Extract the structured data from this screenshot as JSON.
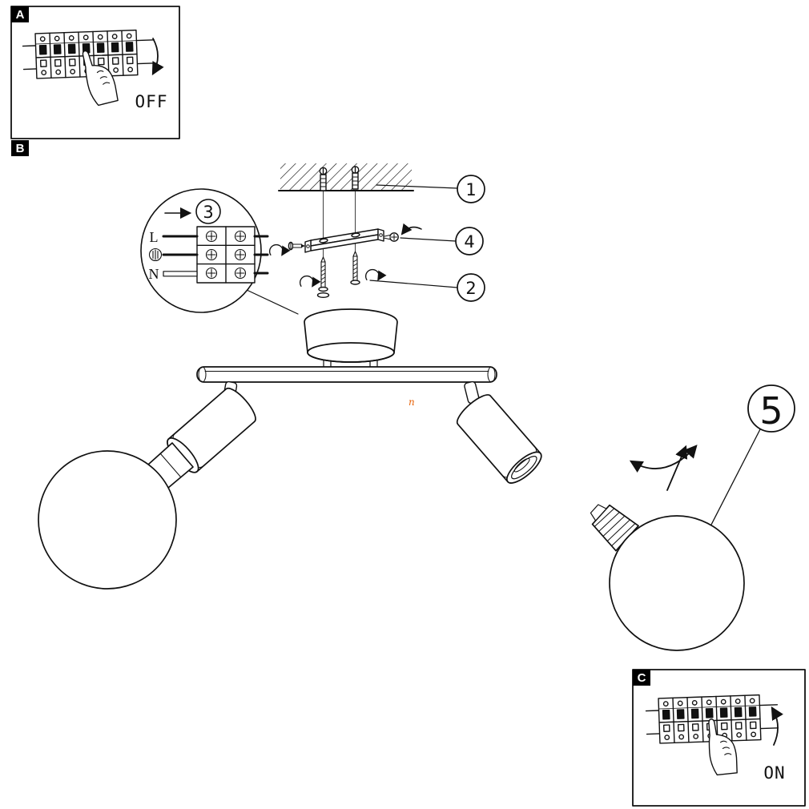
{
  "meta": {
    "background": "#ffffff",
    "ink": "#111111",
    "label_bg": "#000000",
    "accent_orange": "#e8650d"
  },
  "steps": {
    "a": {
      "label": "A",
      "status": "OFF"
    },
    "b": {
      "label": "B"
    },
    "c": {
      "label": "C",
      "status": "ON"
    }
  },
  "callouts": {
    "n1": "1",
    "n2": "2",
    "n3": "3",
    "n4": "4",
    "n5": "5"
  },
  "terminal_block": {
    "live": "L",
    "neutral": "N",
    "earth_icon": "earth-symbol"
  },
  "watermark": "n"
}
